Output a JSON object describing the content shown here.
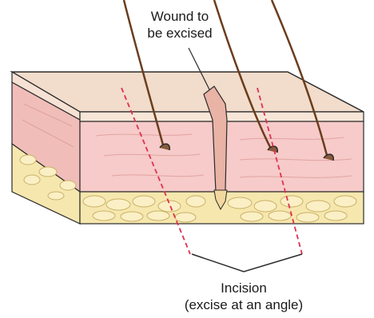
{
  "labels": {
    "wound": [
      "Wound to",
      "be excised"
    ],
    "incision": [
      "Incision",
      "(excise at an angle)"
    ]
  },
  "colors": {
    "epidermis_top": "#f2dccb",
    "epidermis_front": "#f7e6d8",
    "dermis": "#f3c4c0",
    "dermis_front": "#f7cfcf",
    "fat": "#f6e7ae",
    "fat_cell_stroke": "#c9b267",
    "hair": "#6b3d1e",
    "wound": "#e9b3a6",
    "incision_line": "#e0304f",
    "outline": "#2b2b2b"
  }
}
